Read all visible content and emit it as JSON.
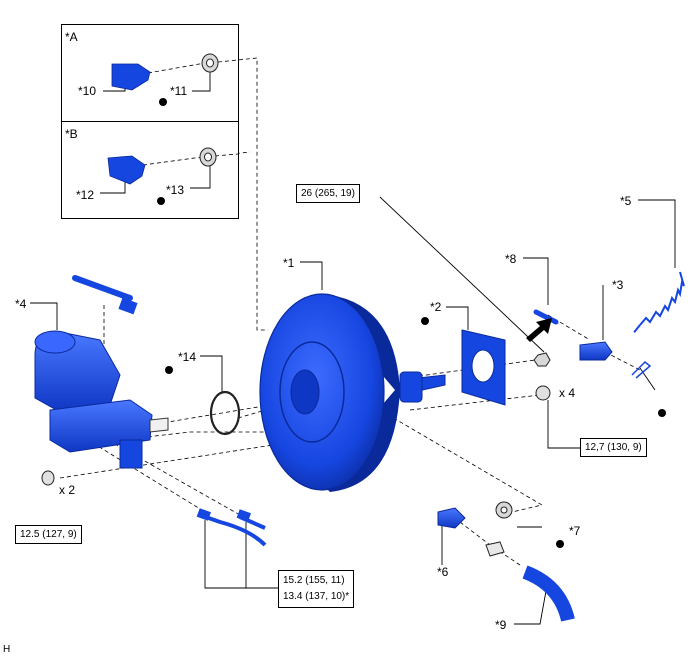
{
  "inset_a": {
    "title": "*A",
    "part_left": "*10",
    "part_right": "*11"
  },
  "inset_b": {
    "title": "*B",
    "part_left": "*12",
    "part_right": "*13"
  },
  "parts": {
    "p1": "*1",
    "p2": "*2",
    "p3": "*3",
    "p4": "*4",
    "p5": "*5",
    "p6": "*6",
    "p7": "*7",
    "p8": "*8",
    "p9": "*9",
    "p14": "*14"
  },
  "quantities": {
    "nut_qty": "x 4",
    "bolt_qty": "x 2"
  },
  "torques": {
    "rod_nut": "26 (265, 19)",
    "booster_nut": "12,7 (130, 9)",
    "master_nut": "12.5 (127, 9)",
    "tube_nut_1": "15.2 (155, 11)",
    "tube_nut_2": "13.4 (137, 10)*"
  },
  "corner_code": "H",
  "colors": {
    "part_blue": "#1646e0",
    "part_dark": "#0a2a9c",
    "line": "#000000"
  }
}
